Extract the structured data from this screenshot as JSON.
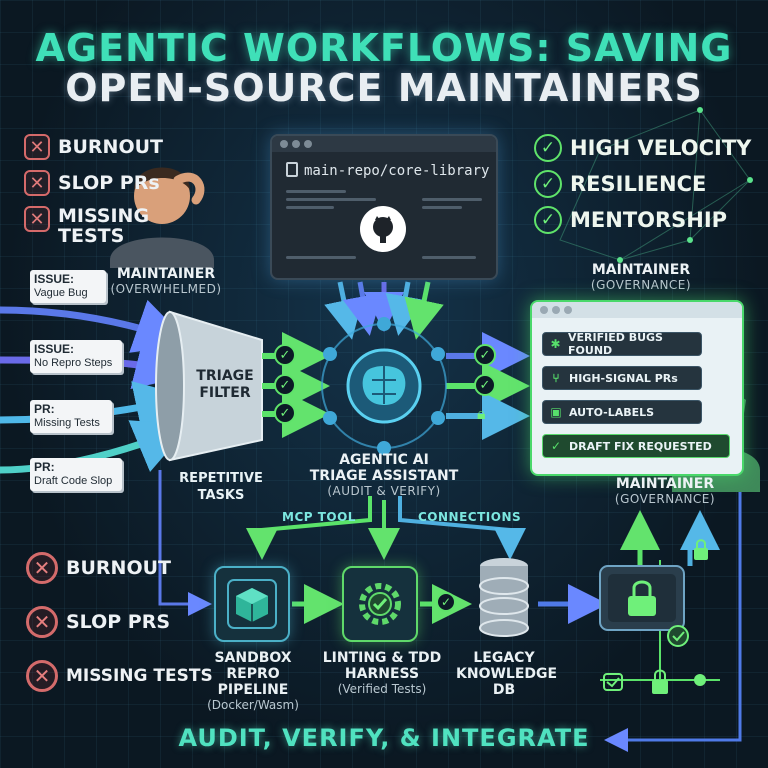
{
  "title": {
    "line1": "AGENTIC WORKFLOWS: SAVING",
    "line2": "OPEN-SOURCE MAINTAINERS"
  },
  "problems_top": [
    {
      "label": "BURNOUT",
      "icon": "x-icon"
    },
    {
      "label": "SLOP PRs",
      "icon": "x-icon"
    },
    {
      "label": "MISSING\nTESTS",
      "icon": "x-icon"
    }
  ],
  "benefits": [
    {
      "label": "HIGH VELOCITY",
      "icon": "check-circle-icon"
    },
    {
      "label": "RESILIENCE",
      "icon": "check-circle-icon"
    },
    {
      "label": "MENTORSHIP",
      "icon": "check-circle-icon"
    }
  ],
  "repo": {
    "name": "main-repo/core-library",
    "logo_icon": "github-icon"
  },
  "maintainer_left": {
    "label": "MAINTAINER",
    "sub": "(OVERWHELMED)"
  },
  "maintainer_right_top": {
    "label": "MAINTAINER",
    "sub": "(GOVERNANCE)"
  },
  "maintainer_right_bottom": {
    "label": "MAINTAINER",
    "sub": "(GOVERNANCE)"
  },
  "issues": [
    {
      "type": "ISSUE:",
      "text": "Vague Bug"
    },
    {
      "type": "ISSUE:",
      "text": "No Repro Steps"
    },
    {
      "type": "PR:",
      "text": "Missing Tests"
    },
    {
      "type": "PR:",
      "text": "Draft Code Slop"
    }
  ],
  "funnel": {
    "label": "TRIAGE\nFILTER",
    "caption": "REPETITIVE\nTASKS"
  },
  "assistant": {
    "label": "AGENTIC AI\nTRIAGE ASSISTANT",
    "sub": "(AUDIT & VERIFY)"
  },
  "results": [
    {
      "label": "VERIFIED BUGS FOUND",
      "icon": "bug-icon"
    },
    {
      "label": "HIGH-SIGNAL PRs",
      "icon": "branch-icon"
    },
    {
      "label": "AUTO-LABELS",
      "icon": "lock-icon"
    },
    {
      "label": "DRAFT FIX REQUESTED",
      "icon": "check-icon"
    }
  ],
  "connectors": {
    "left": "MCP TOOL",
    "right": "CONNECTIONS"
  },
  "problems_bottom": [
    {
      "label": "BURNOUT",
      "icon": "x-circle-icon"
    },
    {
      "label": "SLOP PRS",
      "icon": "x-circle-icon"
    },
    {
      "label": "MISSING TESTS",
      "icon": "x-circle-icon"
    }
  ],
  "pipeline": [
    {
      "label": "SANDBOX\nREPRO PIPELINE",
      "sub": "(Docker/Wasm)",
      "icon": "cube-icon"
    },
    {
      "label": "LINTING & TDD\nHARNESS",
      "sub": "(Verified Tests)",
      "icon": "gear-check-icon"
    },
    {
      "label": "LEGACY\nKNOWLEDGE\nDB",
      "sub": "",
      "icon": "database-icon"
    }
  ],
  "bottom_title": "AUDIT, VERIFY, & INTEGRATE",
  "colors": {
    "teal": "#3fe0b8",
    "green": "#5fe36a",
    "red": "#d56a6a",
    "blue": "#5b7cf0",
    "bg": "#0c1a26"
  }
}
